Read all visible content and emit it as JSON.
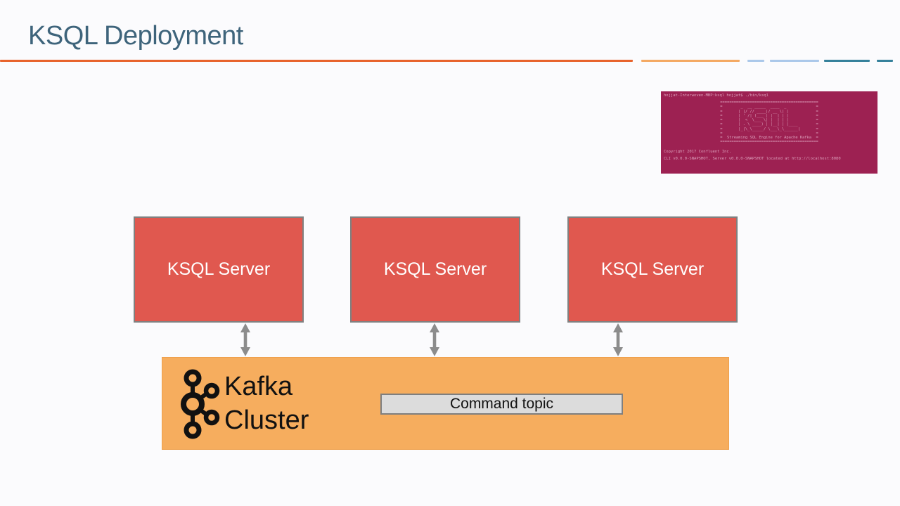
{
  "slide": {
    "title": "KSQL Deployment",
    "title_color": "#3e647b",
    "background": "#fbfbfd"
  },
  "divider": {
    "orange": "#e8632c",
    "light_orange": "#f4a963",
    "light_blue": "#abc8ea",
    "teal": "#35819b"
  },
  "terminal": {
    "background": "#9d2152",
    "text_color": "#dda2bd",
    "prompt": "hojjat-Interwoven-MBP:ksql hojjat$ ./bin/ksql",
    "ascii_art": "===========================================\n=        _  __ _____  ____  _             =\n=       | |/ // ____|/ __ \\| |            =\n=       | ' /| (___ | |  | | |            =\n=       |  <  \\___ \\| |  | | |            =\n=       | . \\ ____) | |__| | |____        =\n=       |_|\\_\\_____/ \\___\\_\\______|       =\n=                                         =\n=  Streaming SQL Engine for Apache Kafka  =\n===========================================",
    "copyright": "Copyright 2017 Confluent Inc.",
    "cli_info": "CLI v0.0.0-SNAPSHOT, Server v0.0.0-SNAPSHOT located at http://localhost:8080"
  },
  "diagram": {
    "server_fill": "#e0584f",
    "servers": [
      {
        "label": "KSQL Server"
      },
      {
        "label": "KSQL Server"
      },
      {
        "label": "KSQL Server"
      }
    ],
    "arrow_color": "#8c8c8c",
    "kafka": {
      "fill": "#f6ad5e",
      "label_line1": "Kafka",
      "label_line2": "Cluster"
    },
    "command_topic": {
      "fill": "#dcdcdc",
      "label": "Command topic"
    }
  },
  "icons": {
    "kafka_logo": "kafka-logo (connected circles)",
    "arrow": "vertical-double-arrow"
  }
}
